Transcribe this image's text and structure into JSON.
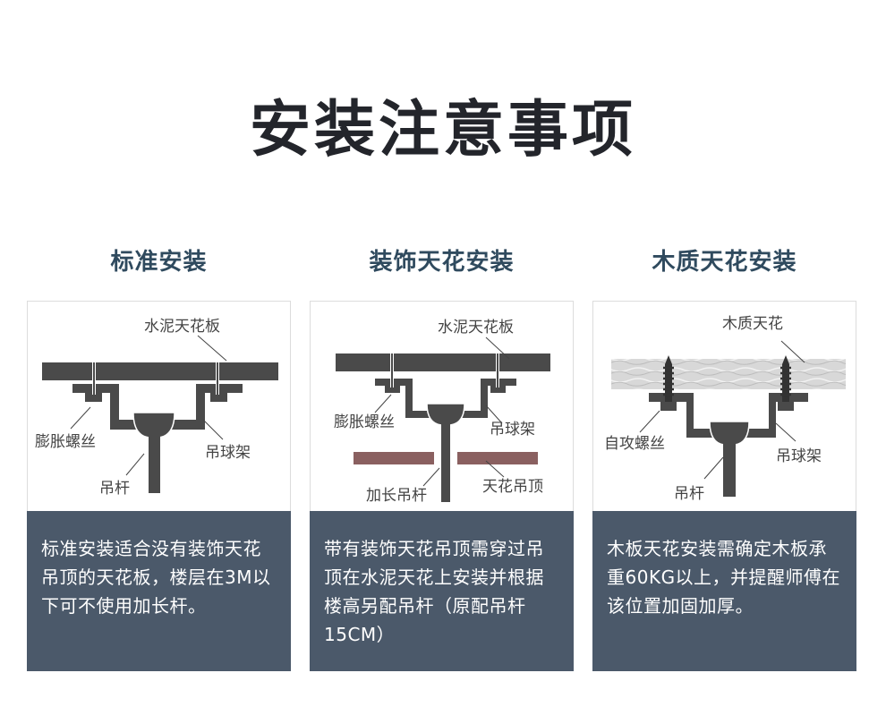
{
  "page_title": "安装注意事项",
  "cards": [
    {
      "title": "标准安装",
      "labels": {
        "ceiling": "水泥天花板",
        "screw": "膨胀螺丝",
        "bracket": "吊球架",
        "rod": "吊杆"
      },
      "description": "标准安装适合没有装饰天花吊顶的天花板，楼层在3M以下可不使用加长杆。"
    },
    {
      "title": "装饰天花安装",
      "labels": {
        "ceiling": "水泥天花板",
        "screw": "膨胀螺丝",
        "bracket": "吊球架",
        "drop_ceiling": "天花吊顶",
        "rod": "加长吊杆"
      },
      "description": "带有装饰天花吊顶需穿过吊顶在水泥天花上安装并根据楼高另配吊杆（原配吊杆15CM）"
    },
    {
      "title": "木质天花安装",
      "labels": {
        "ceiling": "木质天花",
        "screw": "自攻螺丝",
        "bracket": "吊球架",
        "rod": "吊杆"
      },
      "description": "木板天花安装需确定木板承重60KG以上，并提醒师傅在该位置加固加厚。"
    }
  ],
  "colors": {
    "title": "#23252b",
    "card_title": "#2f4a5e",
    "desc_bg": "#4b596a",
    "part_fill": "#4a4a4a",
    "drop_ceiling_fill": "#8a6060"
  }
}
